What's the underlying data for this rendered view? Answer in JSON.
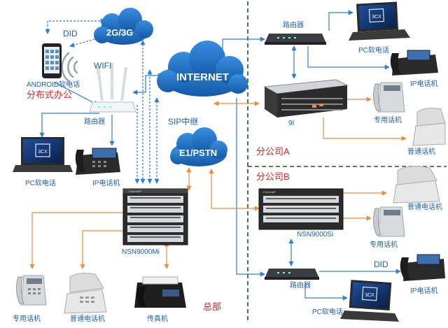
{
  "clouds": {
    "mobile": "2G/3G",
    "internet": "INTERNET",
    "pstn": "E1/PSTN"
  },
  "labels": {
    "did_top": "DID",
    "wifi": "WIFI",
    "android": "ANDROID软电话",
    "distributed_office": "分布式办公",
    "router_left": "路由器",
    "sip_trunk": "SIP中继",
    "pc_softphone_left": "PC软电话",
    "ip_phone_left": "IP电话机",
    "nsn9000mi": "NSN9000Mi",
    "dedicated_phone_bl": "专用话机",
    "regular_phone_bl": "普通电话机",
    "fax": "传真机",
    "headquarters": "总部",
    "router_top_right": "路由器",
    "pc_softphone_top_right": "PC软电话",
    "ip_phone_a": "IP电话机",
    "pbx_a": "9I",
    "dedicated_phone_a": "专用话机",
    "regular_phone_a": "普通话机",
    "branch_a": "分公司A",
    "branch_b": "分公司B",
    "regular_phone_b": "普通电话机",
    "nsn9000si": "NSN9000Si",
    "dedicated_phone_b": "专用话机",
    "did_bottom": "DID",
    "router_bottom_right": "路由器",
    "ip_phone_b": "IP电话机",
    "pc_softphone_bottom_right": "PC软电话",
    "softphone_screen": "3CX",
    "phone_brand": "CirnoVoIP"
  },
  "colors": {
    "link_blue": "#2f7fd2",
    "link_orange": "#f08a3a",
    "label_blue": "#1f5fa8",
    "label_red": "#e0201a",
    "cloud": "#1b6ec2",
    "divider": "#1a5a2a"
  }
}
